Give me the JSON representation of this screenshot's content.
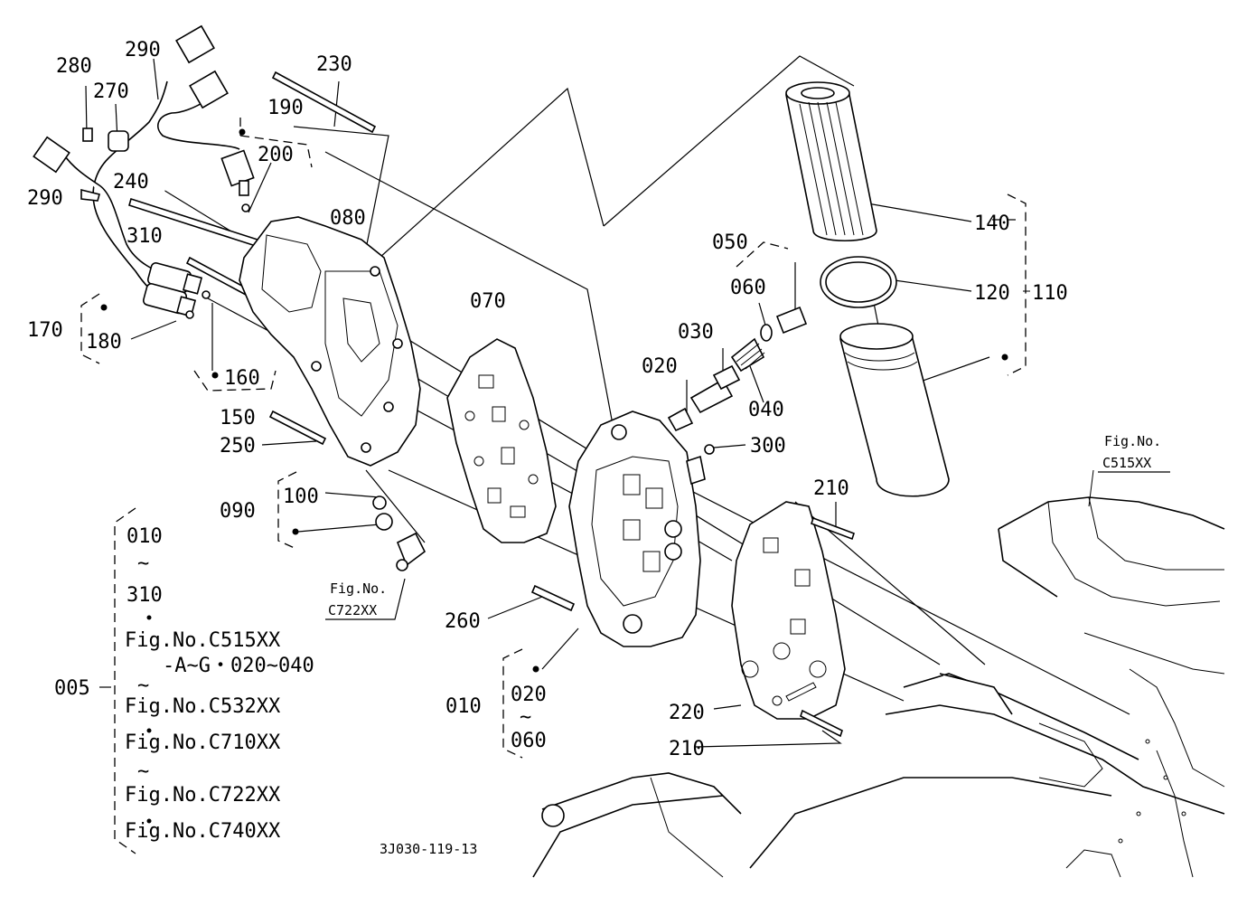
{
  "callouts": {
    "p280": "280",
    "p270": "270",
    "p290a": "290",
    "p290b": "290",
    "p230": "230",
    "p190": "190",
    "p200": "200",
    "p240": "240",
    "p080": "080",
    "p310": "310",
    "p170": "170",
    "p180": "180",
    "p160": "160",
    "p150": "150",
    "p250": "250",
    "p070": "070",
    "p090": "090",
    "p100": "100",
    "p050": "050",
    "p060": "060",
    "p030": "030",
    "p020": "020",
    "p040": "040",
    "p300": "300",
    "p140": "140",
    "p120": "120",
    "p110": "110",
    "p210a": "210",
    "p210b": "210",
    "p220": "220",
    "p260": "260",
    "p010": "010",
    "p020b": "020",
    "p060b": "060"
  },
  "refs": {
    "fig_label_1": "Fig.No.",
    "fig_code_1": "C722XX",
    "fig_label_2": "Fig.No.",
    "fig_code_2": "C515XX"
  },
  "assembly_list": {
    "label": "005",
    "l1": "010",
    "l2": "~",
    "l3": "310",
    "l4": "Fig.No.C515XX",
    "l5": "-A~G・020~040",
    "l6": "~",
    "l7": "Fig.No.C532XX",
    "l8": "Fig.No.C710XX",
    "l9": "~",
    "l10": "Fig.No.C722XX",
    "l11": "Fig.No.C740XX"
  },
  "sub_range": {
    "tilde": "~"
  },
  "drawing_code": "3J030-119-13"
}
